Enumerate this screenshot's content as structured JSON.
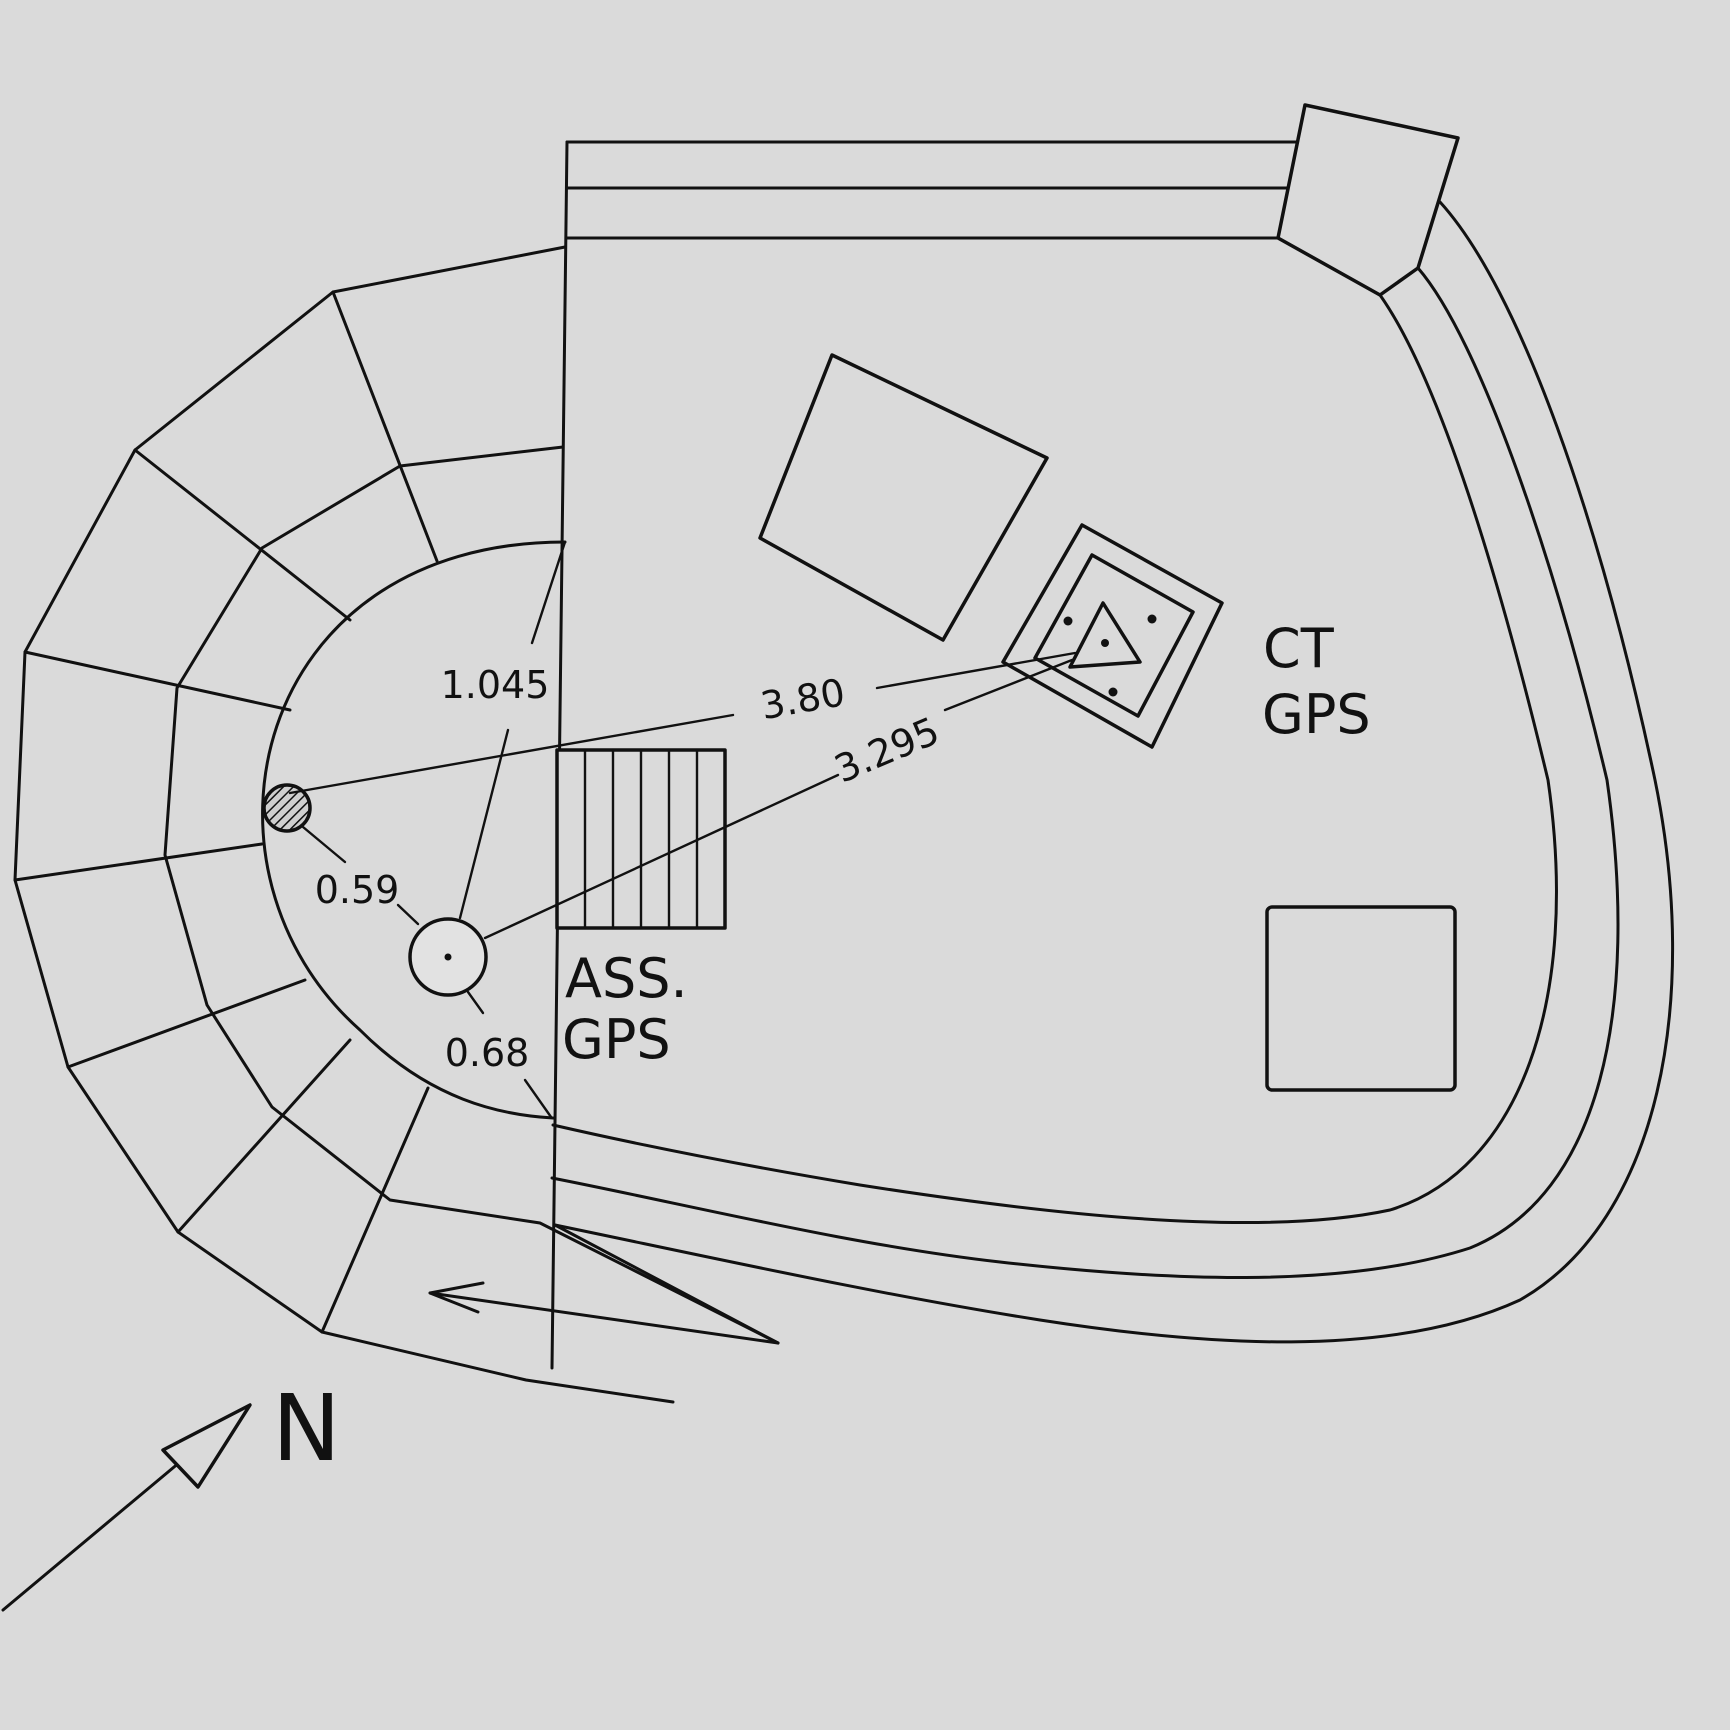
{
  "measurements": {
    "radius": "1.045",
    "to_ct_gps": "3.80",
    "ass_to_ct": "3.295",
    "to_hatched_marker": "0.59",
    "to_wall": "0.68"
  },
  "labels": {
    "ct_line1": "CT",
    "ct_line2": "GPS",
    "ass_line1": "ASS.",
    "ass_line2": "GPS",
    "north": "N"
  },
  "icons": {
    "ct_marker": "triangle-benchmark-icon",
    "ass_marker": "circle-benchmark-icon",
    "reference_marker": "hatched-circle-icon",
    "north_arrow": "north-arrow-icon",
    "direction_arrow": "arrow-left-icon"
  },
  "colors": {
    "background": "#dadada",
    "ink": "#111111"
  }
}
